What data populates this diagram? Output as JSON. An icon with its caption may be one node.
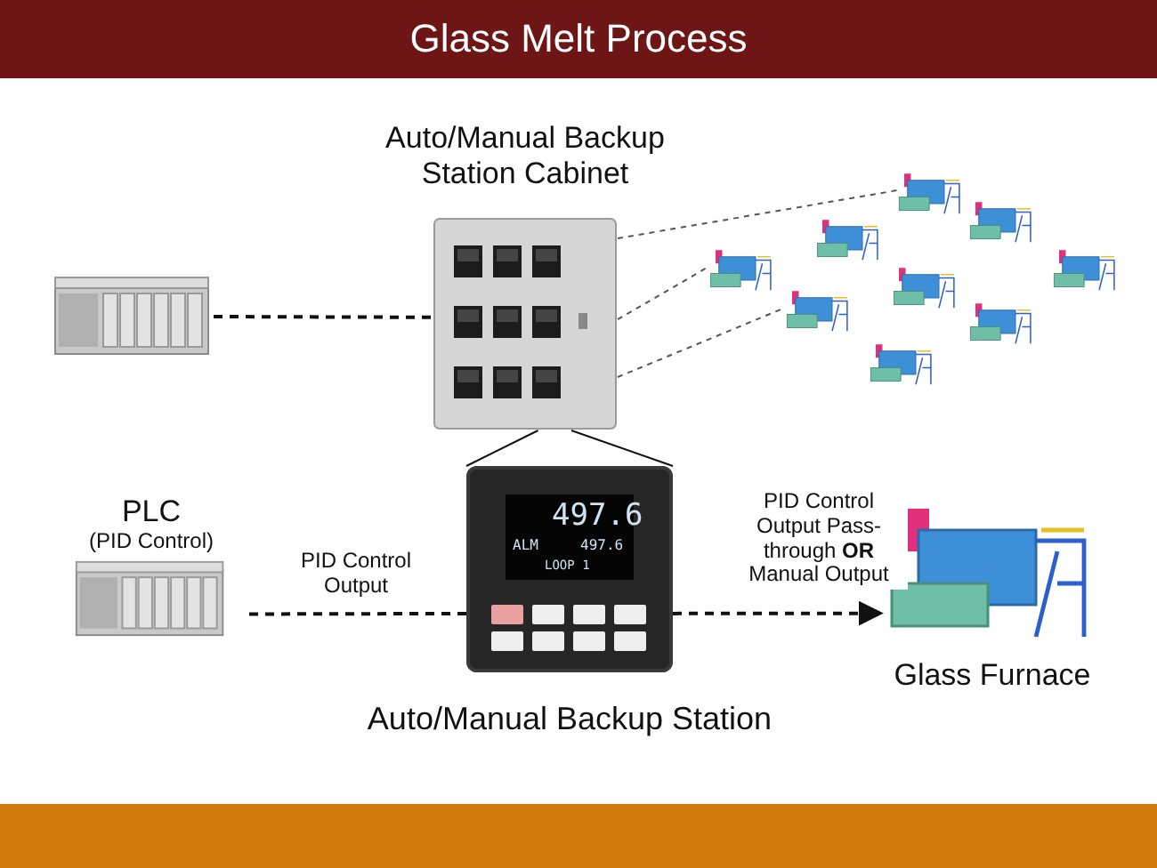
{
  "diagram": {
    "title": "Glass Melt Process",
    "nodes": [
      {
        "text": [],
        "shape": "picture"
      },
      {
        "text": [
          "Auto/Manual Backup Station Cabinet"
        ]
      },
      {
        "text": [],
        "shape": "picture"
      },
      {
        "text": [],
        "shape": "picture"
      },
      {
        "text": [],
        "shape": "picture"
      },
      {
        "text": [],
        "shape": "picture"
      },
      {
        "text": [],
        "shape": "picture"
      },
      {
        "text": [],
        "shape": "picture"
      },
      {
        "text": [],
        "shape": "picture"
      },
      {
        "text": [],
        "shape": "picture"
      },
      {
        "text": [],
        "shape": "picture"
      },
      {
        "text": [
          "PLC",
          "(PID Control)"
        ]
      },
      {
        "text": [
          "Auto/Manual Backup Station"
        ]
      },
      {
        "text": [
          "Glass Furnace"
        ]
      }
    ],
    "edges": [
      {
        "from": 0,
        "to": 1,
        "arrow": "none",
        "style": "dashed"
      },
      {
        "from": 1,
        "to": 7,
        "arrow": "none",
        "style": "dashed"
      },
      {
        "from": 1,
        "to": 2,
        "arrow": "none",
        "style": "dashed"
      },
      {
        "from": 1,
        "to": 3,
        "arrow": "none",
        "style": "dashed"
      },
      {
        "from": 1,
        "to": 12,
        "arrow": "none"
      },
      {
        "from": 1,
        "to": 12,
        "arrow": "none"
      },
      {
        "from": 11,
        "to": 12,
        "arrow": "none",
        "style": "dashed",
        "label": "PID Control Output"
      },
      {
        "from": 12,
        "to": 13,
        "arrow": "to",
        "style": "dashed",
        "label": "PID Control Output Pass-through **OR** Manual Output"
      }
    ],
    "labels": [
      "497.6",
      "ALM",
      "497.6",
      "LOOP 1"
    ]
  }
}
